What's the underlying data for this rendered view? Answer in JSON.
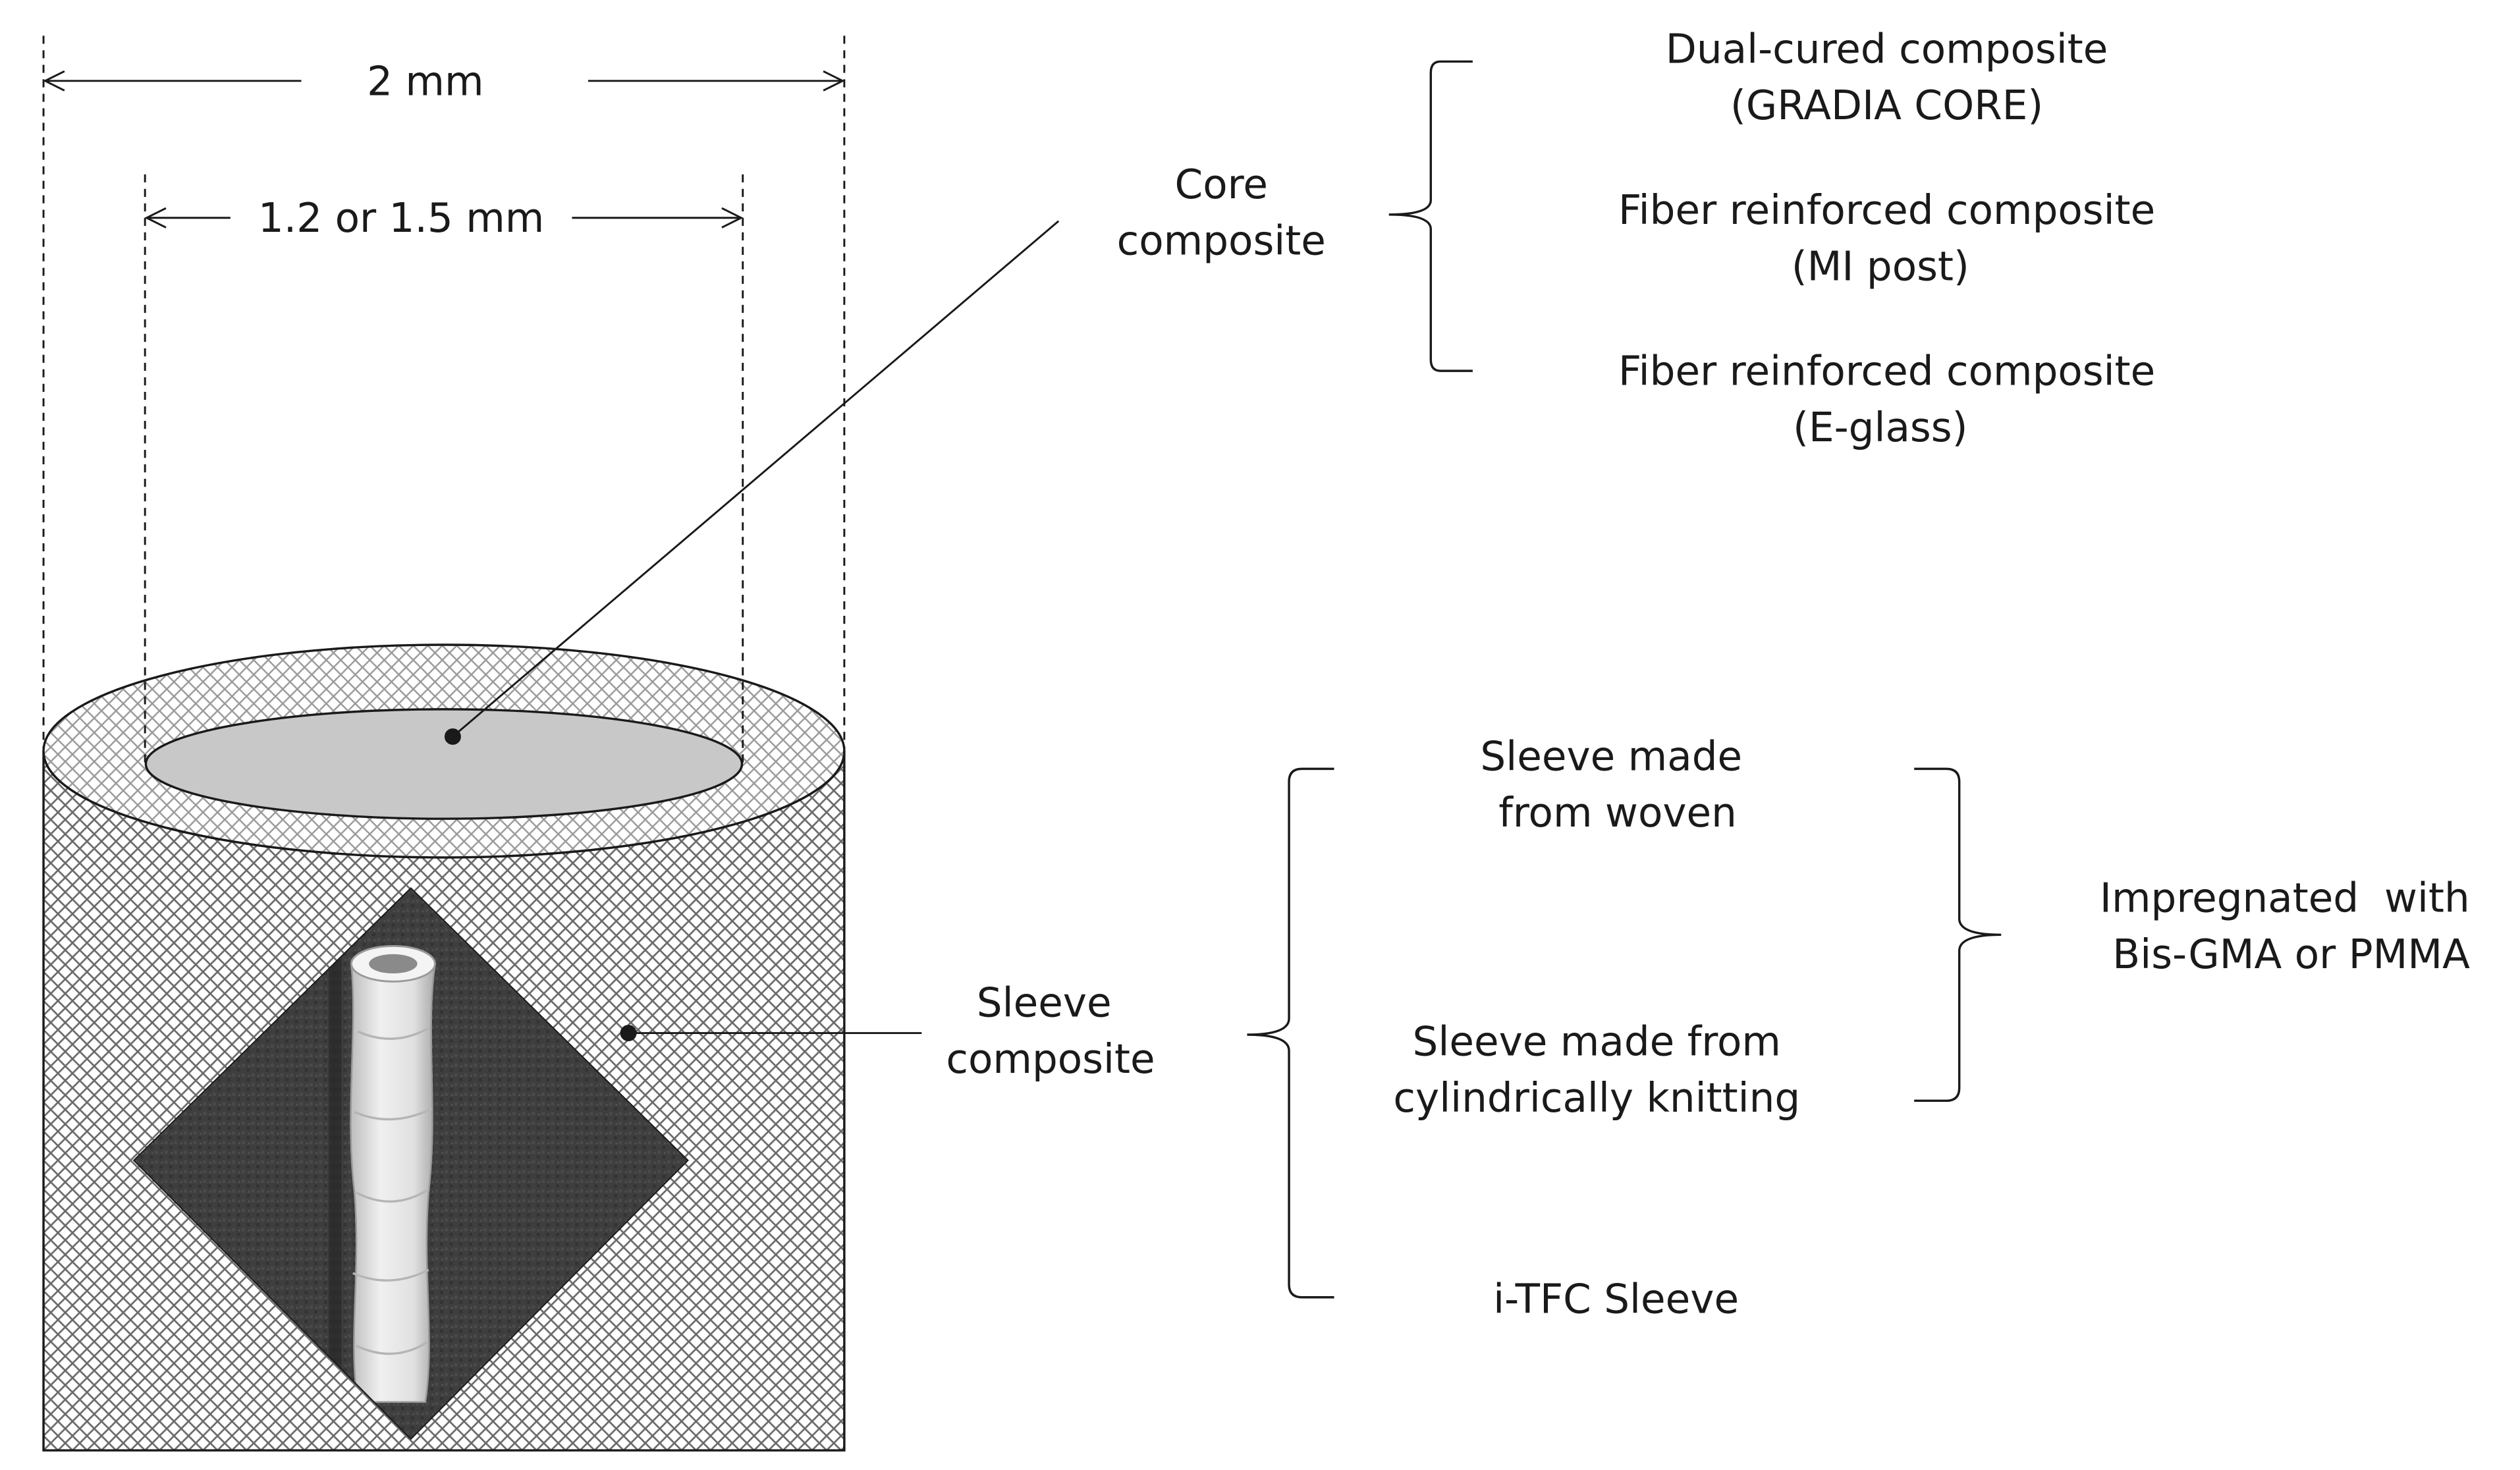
{
  "dimensions": {
    "outer_diameter_label": "2 mm",
    "inner_diameter_label": "1.2 or 1.5 mm"
  },
  "core": {
    "label_line1": "Core",
    "label_line2": "composite",
    "options": [
      {
        "line1": "Dual-cured composite",
        "line2": "(GRADIA CORE)"
      },
      {
        "line1": "Fiber reinforced composite",
        "line2": "(MI post)"
      },
      {
        "line1": "Fiber reinforced composite",
        "line2": "(E-glass)"
      }
    ]
  },
  "sleeve": {
    "label_line1": "Sleeve",
    "label_line2": "composite",
    "options": [
      {
        "line1": "Sleeve made",
        "line2": "from woven"
      },
      {
        "line1": "Sleeve made from",
        "line2": "cylindrically knitting"
      },
      {
        "line1": "i-TFC Sleeve",
        "line2": ""
      }
    ],
    "impregnation_line1": "Impregnated  with",
    "impregnation_line2": "Bis-GMA or PMMA"
  },
  "colors": {
    "line": "#1a1a1a",
    "core_fill": "#c8c8c8",
    "sem_background": "#3c3c3c",
    "sem_fiber": "#e2e2e2"
  }
}
